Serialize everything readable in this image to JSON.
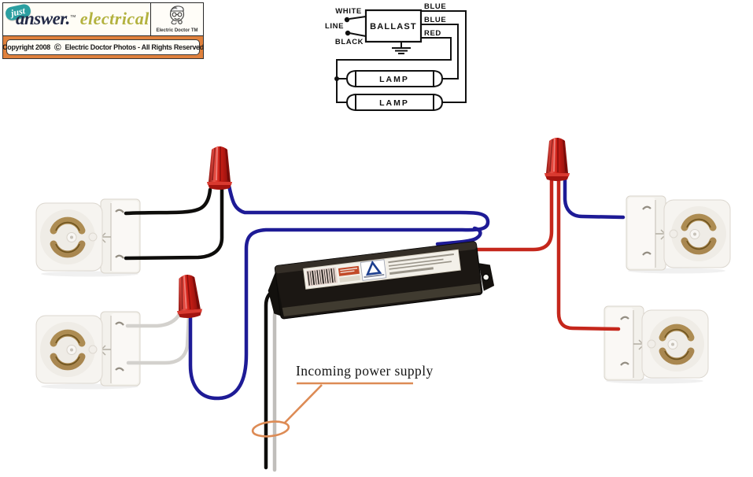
{
  "header": {
    "brand": {
      "just": "just",
      "answer": "answer.",
      "tm": "™",
      "product": "electrical"
    },
    "doctor_label": "Electric Doctor TM",
    "copyright_left": "Copyright 2008",
    "copyright_symbol": "©",
    "copyright_right": "Electric Doctor Photos - All Rights Reserved"
  },
  "schematic": {
    "ballast_label": "BALLAST",
    "input_labels": {
      "white": "WHITE",
      "line": "LINE",
      "black": "BLACK"
    },
    "output_labels": {
      "blue1": "BLUE",
      "blue2": "BLUE",
      "red": "RED"
    },
    "lamp1_label": "LAMP",
    "lamp2_label": "LAMP",
    "connections": [
      "line white and black terminals feed ballast left side",
      "blue lead 1 to lamp 2 right end",
      "blue lead 2 to lamp 1 right end",
      "red lead to both lamp left ends (common)",
      "ballast case grounded"
    ]
  },
  "annotation": {
    "incoming_power": "Incoming power supply"
  },
  "photo_diagram": {
    "components": [
      "lamp holder upper-left",
      "lamp holder lower-left",
      "lamp holder upper-right",
      "lamp holder lower-right",
      "wire nut upper-left",
      "wire nut lower-left",
      "wire nut right",
      "ballast",
      "incoming power wires (black + white)"
    ],
    "wiring": [
      "two black wires from upper-left lamp holder join blue ballast lead at upper-left wire nut",
      "two white wires from lower-left lamp holder join blue ballast lead at lower-left wire nut",
      "red ballast lead joins red wires at right wire nut",
      "red wire from right nut to lower-right lamp holder",
      "blue wire from right nut area to upper-right lamp holder",
      "black and white incoming power wires drop from ballast left end, circled in orange"
    ]
  },
  "colors": {
    "wire_black": "#0e0d0b",
    "wire_blue": "#1e1b96",
    "wire_red": "#c5271c",
    "wire_white": "#d3d1cd",
    "wire_gray": "#c0bebb",
    "nut_red": "#d6251f",
    "annotation_orange": "#dd8b55",
    "banner_orange": "#e0813c",
    "brand_teal": "#2b9fa1",
    "brand_olive": "#b3b23f",
    "ballast_black": "#1b1713",
    "schematic_ink": "#111111"
  }
}
